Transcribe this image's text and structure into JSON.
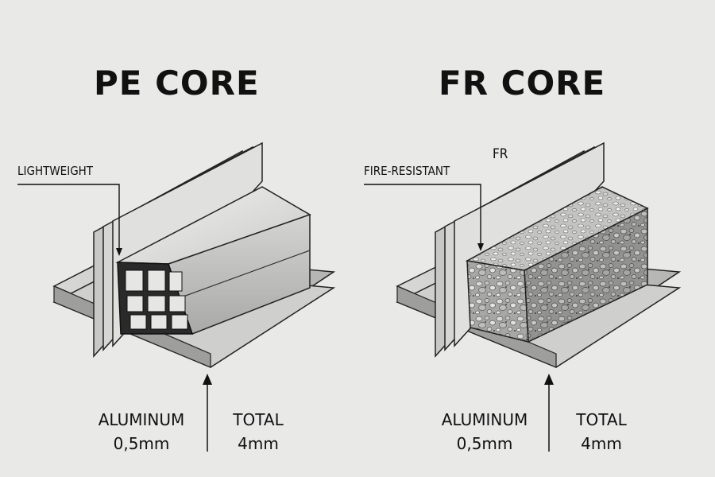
{
  "panels": [
    {
      "title": "PE CORE",
      "callout": "LIGHTWEIGHT",
      "core_label": "",
      "aluminum_label": "ALUMINUM",
      "aluminum_value": "0,5mm",
      "total_label": "TOTAL",
      "total_value": "4mm"
    },
    {
      "title": "FR CORE",
      "callout": "FIRE-RESISTANT",
      "core_label": "FR",
      "aluminum_label": "ALUMINUM",
      "aluminum_value": "0,5mm",
      "total_label": "TOTAL",
      "total_value": "4mm"
    }
  ],
  "colors": {
    "background": "#e9e9e7",
    "ink": "#111111",
    "metal_light": "#dcdcda",
    "metal_mid": "#bdbdbb",
    "metal_dark": "#8f8f8d",
    "stone": "#9a9a98"
  }
}
